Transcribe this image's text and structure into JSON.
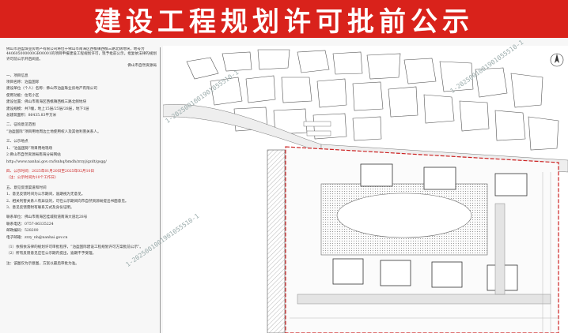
{
  "banner": {
    "title": "建设工程规划许可批前公示"
  },
  "notice": {
    "intro": "佛山市泊盈珠业房地产有限公司将位于佛山市南海区西樵镇西樵三路北侧地块，地号为440605000000GB00001的项目申报建设工程规划许可，现予批前公示。批复依法律的规划许可前公示开启阅览。",
    "issuer": "佛山市自然资源局",
    "sections": [
      {
        "heading": "一、项目信息",
        "lines": [
          "项目名称：泊盈国际",
          "建设单位（个人）名称：佛山市泊盈珠业房地产有限公司",
          "使用功能：住宅小区",
          "建设位置：佛山市南海区西樵镇西樵三路北侧地块",
          "建设规模：共7幢，地上15层/25层/28层，地下1层",
          "总建筑面积：86435.83平方米"
        ]
      },
      {
        "heading": "二、征询意见范围",
        "lines": [
          "“泊盈国际”项目用地周边土地使用权人及其他利害关系人。"
        ]
      },
      {
        "heading": "三、公示地点",
        "lines": [
          "1、“泊盈国际”项目用地现场",
          "2.佛山市自然资源局南海分局网站",
          "http://www.nanhai.gov.cn/fsnhq/bmdh/zrzyj/gzdt/gsgg/"
        ]
      },
      {
        "heading": "四、公示时间：2025年01月20日至2025年02月10日",
        "lines": [
          "（注：公示时间为10个工作日）"
        ]
      },
      {
        "heading": "五、意见反馈渠道和时间",
        "lines": [
          "1、意见反馈时间为公示期间，逾期视为无意见。",
          "2、相关利害关系人有异议的，可在公示期间向市自然资源局提出书面意见。",
          "3、意见反馈需附有联系方式及身份证明。"
        ]
      }
    ],
    "contact": {
      "unit": "联系单位：佛山市南海区桂城街道南海大道北28号",
      "phone": "联系电话：0757-86335224",
      "postcode": "邮政编码：528200",
      "email": "电子邮箱：zrzy_nh@nanhai.gov.cn"
    },
    "notes": [
      "（1）依照依法律的规划许可审批程序，“泊盈国际建设工程规划许可方案批前公示”。",
      "（2）所有反馈意见应在公示期内提出，逾期不予受理。"
    ],
    "footer": "注：该图仅为示意图，方案以最后审批为准。"
  },
  "stamps": [
    "1-2025001001901055510-1",
    "1-2025001001901055510-1",
    "1-2025001001901055510-1"
  ],
  "colors": {
    "banner": "#d9221b"
  }
}
